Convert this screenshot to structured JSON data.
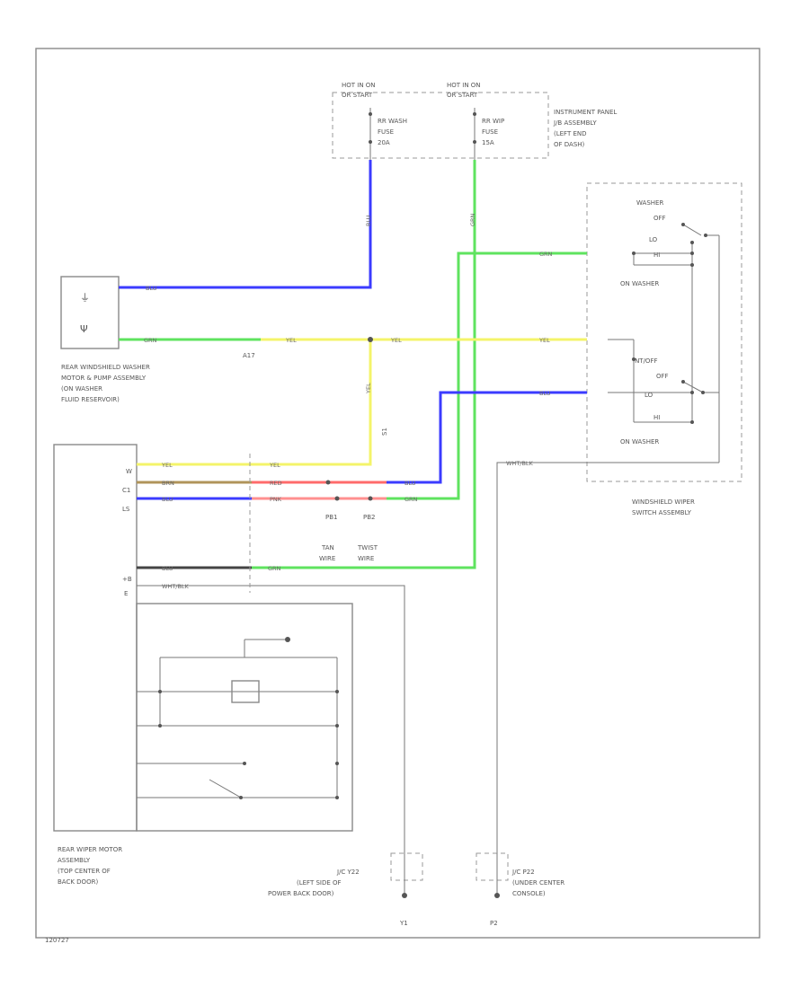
{
  "colors": {
    "blue": "#3b3bff",
    "green": "#5fe35f",
    "yellow": "#f4f46a",
    "red": "#ff6b6b",
    "pink": "#ff8f8f",
    "brown": "#b0945a",
    "gray": "#444444",
    "white": "#bbbbbb"
  },
  "fuse_block": {
    "hot1": [
      "HOT IN ON",
      "OR START"
    ],
    "hot2": [
      "HOT IN ON",
      "OR START"
    ],
    "fuse1": [
      "RR WASH",
      "FUSE",
      "20A"
    ],
    "fuse2": [
      "RR WIP",
      "FUSE",
      "15A"
    ],
    "panel": [
      "INSTRUMENT PANEL",
      "J/B ASSEMBLY",
      "(LEFT END",
      "OF DASH)"
    ]
  },
  "switch": {
    "washer_top": "WASHER",
    "off1": "OFF",
    "lo1": "LO",
    "hi1": "HI",
    "on_washer1": "ON WASHER",
    "int_off": "INT/OFF",
    "off2": "OFF",
    "lo2": "LO",
    "hi2": "HI",
    "on_washer2": "ON WASHER",
    "name": [
      "WINDSHIELD WIPER",
      "SWITCH ASSEMBLY"
    ]
  },
  "pump": {
    "name": [
      "REAR WINDSHIELD WASHER",
      "MOTOR & PUMP ASSEMBLY",
      "(ON WASHER",
      "FLUID RESERVOIR)"
    ]
  },
  "motor": {
    "pins": [
      "W",
      "C1",
      "LS",
      "+B",
      "E"
    ],
    "name": [
      "REAR WIPER MOTOR",
      "ASSEMBLY",
      "(TOP CENTER OF",
      "BACK DOOR)"
    ]
  },
  "wires": {
    "blu": "BLU",
    "grn": "GRN",
    "yel": "YEL",
    "red": "RED",
    "pnk": "PNK",
    "brn": "BRN",
    "wht_blk": "WHT/BLK",
    "yel_vert": "YEL"
  },
  "junctions": {
    "a17": "A17",
    "s1": "S1",
    "tan_wire": [
      "TAN",
      "WIRE"
    ],
    "twist": [
      "TWIST",
      "WIRE"
    ],
    "pb1": "PB1",
    "pb2": "PB2"
  },
  "grounds": {
    "g1": [
      "J/C Y22",
      "(LEFT SIDE OF",
      "POWER BACK DOOR)"
    ],
    "g2": [
      "J/C P22",
      "(UNDER CENTER",
      "CONSOLE)"
    ],
    "g1_id": "Y1",
    "g2_id": "P2"
  },
  "footer": "120727"
}
